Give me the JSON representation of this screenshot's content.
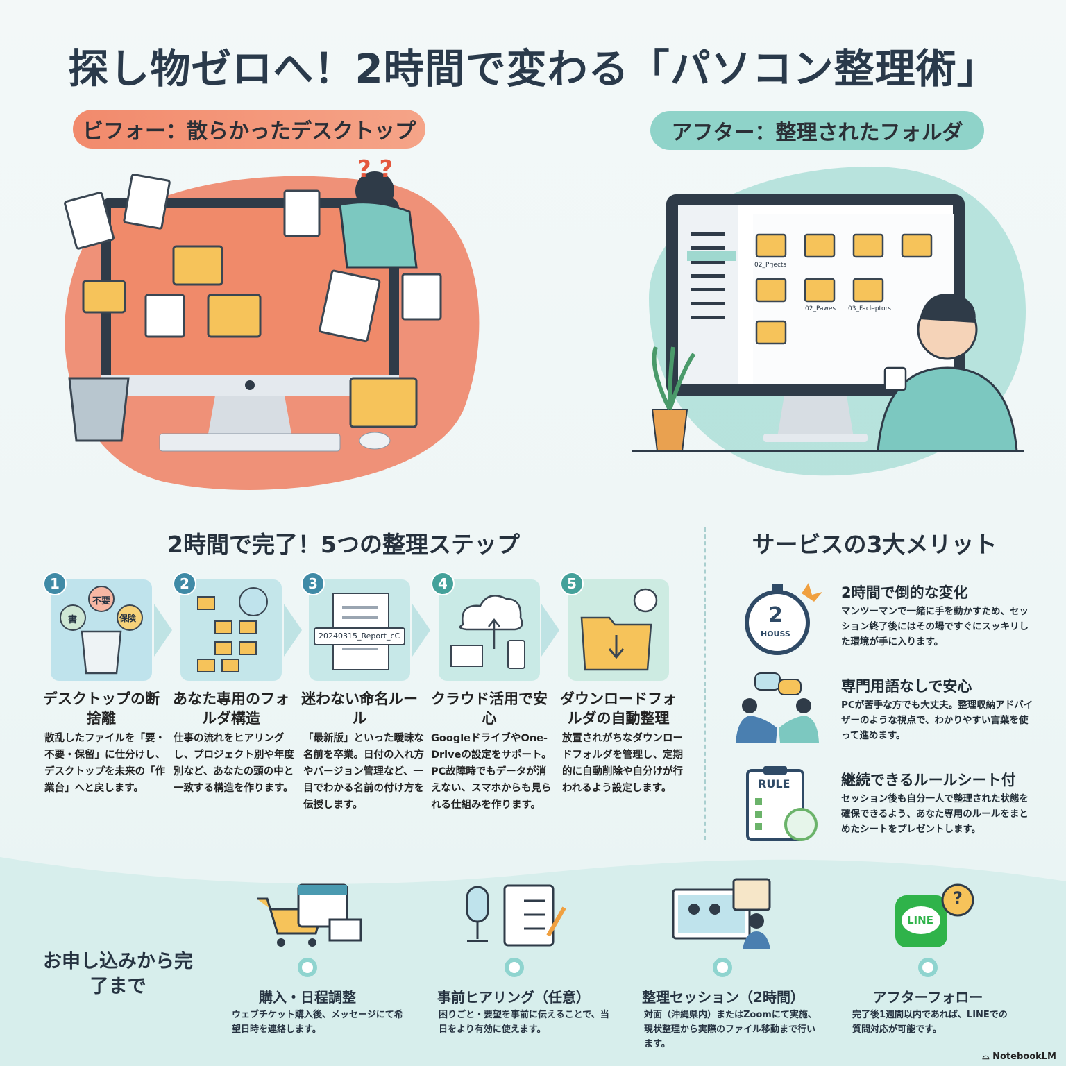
{
  "title": "探し物ゼロへ！2時間で変わる「パソコン整理術」",
  "before": {
    "label": "ビフォー：散らかったデスクトップ"
  },
  "after": {
    "label": "アフター：整理されたフォルダ",
    "folders": [
      "02_Prjects",
      "02_Pawes",
      "03_Facleptors"
    ]
  },
  "steps_heading": "2時間で完了！5つの整理ステップ",
  "steps": [
    {
      "num": "1",
      "title": "デスクトップの断捨離",
      "bubbles": [
        "書",
        "不要",
        "保険"
      ],
      "desc": "散乱したファイルを「要・不要・保留」に仕分けし、デスクトップを未来の「作業台」へと戻します。"
    },
    {
      "num": "2",
      "title": "あなた専用のフォルダ構造",
      "desc": "仕事の流れをヒアリングし、プロジェクト別や年度別など、あなたの頭の中と一致する構造を作ります。"
    },
    {
      "num": "3",
      "title": "迷わない命名ルール",
      "filename": "20240315_Report_cC",
      "desc": "「最新版」といった曖昧な名前を卒業。日付の入れ方やバージョン管理など、一目でわかる名前の付け方を伝授します。"
    },
    {
      "num": "4",
      "title": "クラウド活用で安心",
      "desc": "GoogleドライブやOne-Driveの設定をサポート。PC故障時でもデータが消えない、スマホからも見られる仕組みを作ります。"
    },
    {
      "num": "5",
      "title": "ダウンロードフォルダの自動整理",
      "desc": "放置されがちなダウンロードフォルダを管理し、定期的に自動削除や自分けが行われるよう設定します。"
    }
  ],
  "merits_heading": "サービスの3大メリット",
  "merits": [
    {
      "title": "2時間で倒的な変化",
      "icon_text": "2",
      "icon_sub": "HOUSS",
      "desc": "マンツーマンで一緒に手を動かすため、セッション終了後にはその場ですぐにスッキリした環境が手に入ります。"
    },
    {
      "title": "専門用語なしで安心",
      "desc": "PCが苦手な方でも大丈夫。整理収納アドバイザーのような視点で、わかりやすい言葉を使って進めます。"
    },
    {
      "title": "継続できるルールシート付",
      "icon_text": "RULE",
      "desc": "セッション後も自分一人で整理された状態を確保できるよう、あなた専用のルールをまとめたシートをプレゼントします。"
    }
  ],
  "flow": {
    "heading": "お申し込みから完了まで",
    "items": [
      {
        "title": "購入・日程調整",
        "desc": "ウェブチケット購入後、メッセージにて希望日時を連絡します。"
      },
      {
        "title": "事前ヒアリング（任意）",
        "desc": "困りごと・要望を事前に伝えることで、当日をより有効に使えます。"
      },
      {
        "title": "整理セッション（2時間）",
        "desc": "対面（沖縄県内）またはZoomにて実施、現状整理から実際のファイル移動まで行います。"
      },
      {
        "title": "アフターフォロー",
        "icon_text": "LINE",
        "desc": "完了後1週間以内であれば、LINEでの質問対応が可能です。"
      }
    ]
  },
  "footer": {
    "brand": "NotebookLM"
  },
  "colors": {
    "coral": "#ef7f62",
    "teal": "#8fd3c9",
    "navy": "#2a3a4b"
  }
}
